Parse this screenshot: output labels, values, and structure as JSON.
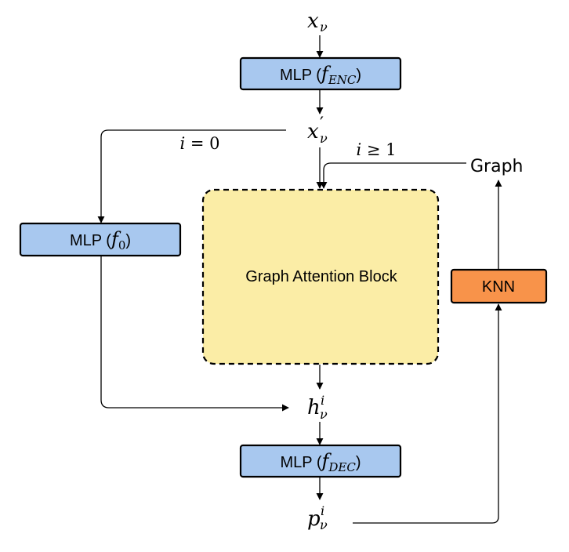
{
  "nodes": {
    "x_input": {
      "base": "x",
      "sub": "ν"
    },
    "mlp_enc": {
      "label": "MLP (",
      "func": "f",
      "sub": "ENC",
      "close": ")",
      "fill": "#a8c8ef"
    },
    "x_prime": {
      "base": "x",
      "prime": "′",
      "sub": "ν"
    },
    "mlp_f0": {
      "label": "MLP (",
      "func": "f",
      "sub": "0",
      "close": ")",
      "fill": "#a8c8ef"
    },
    "attention": {
      "label": "Graph Attention Block",
      "fill": "#fbeda6"
    },
    "graph": {
      "label": "Graph"
    },
    "knn": {
      "label": "KNN",
      "fill": "#f8934a"
    },
    "h_output": {
      "base": "h",
      "sup": "i",
      "sub": "ν"
    },
    "mlp_dec": {
      "label": "MLP (",
      "func": "f",
      "sub": "DEC",
      "close": ")",
      "fill": "#a8c8ef"
    },
    "p_output": {
      "base": "p",
      "sup": "i",
      "sub": "ν"
    }
  },
  "edge_labels": {
    "i_eq_0": {
      "var": "i",
      "rest": " = 0"
    },
    "i_ge_1": {
      "var": "i",
      "rest": " ≥ 1"
    }
  },
  "colors": {
    "mlp": "#a8c8ef",
    "attention": "#fbeda6",
    "knn": "#f8934a",
    "stroke": "#000000"
  }
}
